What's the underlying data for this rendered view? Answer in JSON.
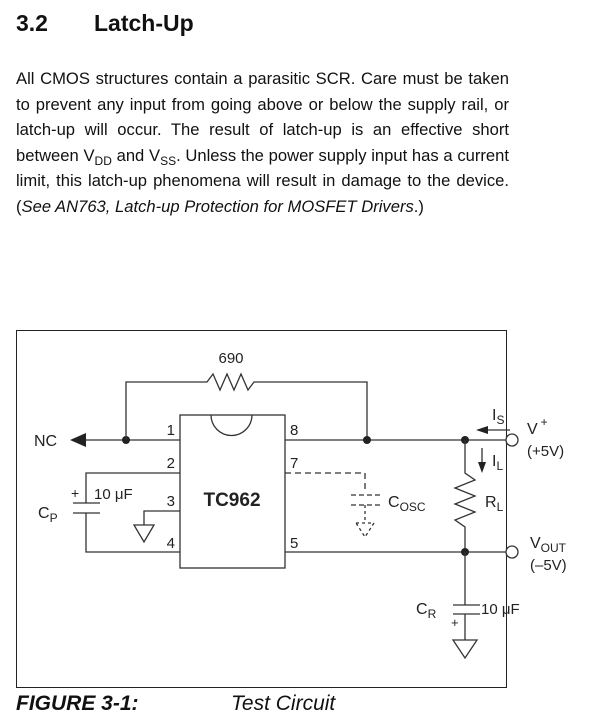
{
  "section": {
    "number": "3.2",
    "title": "Latch-Up"
  },
  "paragraph": {
    "part1": "All CMOS structures contain a parasitic SCR. Care must be taken to prevent any input from going above or below the supply rail, or latch-up will occur. The result of latch-up is an effective short between V",
    "vdd_sub": "DD",
    "part2": " and V",
    "vss_sub": "SS",
    "part3": ". Unless the power supply input has a current limit, this latch-up phenomena will result in damage to the device. (",
    "italic_ref": "See AN763, Latch-up Protection for MOSFET Drivers",
    "part4": ".)"
  },
  "circuit": {
    "ic_label": "TC962",
    "feedback_resistor": "690",
    "nc_label": "NC",
    "pins": {
      "p1": "1",
      "p2": "2",
      "p3": "3",
      "p4": "4",
      "p5": "5",
      "p7": "7",
      "p8": "8"
    },
    "cp": {
      "name": "C",
      "sub": "P",
      "value": "10 μF",
      "polarity": "+"
    },
    "cosc": {
      "name": "C",
      "sub": "OSC"
    },
    "rl": {
      "name": "R",
      "sub": "L"
    },
    "is": {
      "name": "I",
      "sub": "S"
    },
    "il": {
      "name": "I",
      "sub": "L"
    },
    "vplus": {
      "name": "V",
      "sup": "+",
      "value": "(+5V)"
    },
    "vout": {
      "name": "V",
      "sub": "OUT",
      "value": "(–5V)"
    },
    "cr": {
      "name": "C",
      "sub": "R",
      "value": "10 μF",
      "polarity": "+"
    }
  },
  "figure": {
    "label": "FIGURE 3-1:",
    "title": "Test Circuit"
  }
}
